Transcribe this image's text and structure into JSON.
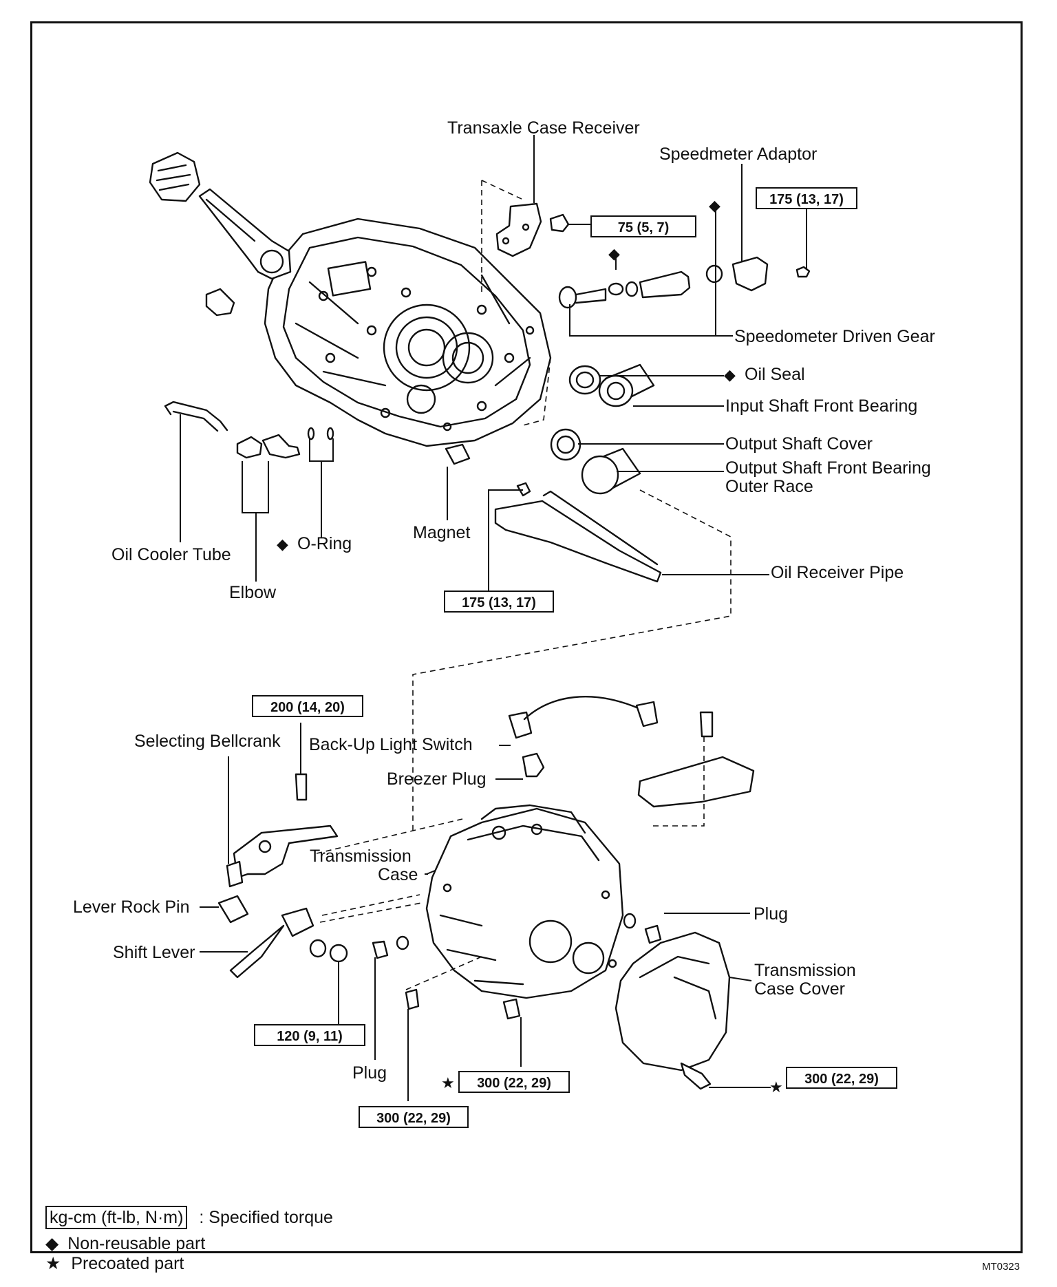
{
  "labels": {
    "transaxle_case_receiver": "Transaxle Case Receiver",
    "speedometer_adaptor": "Speedmeter Adaptor",
    "speedometer_driven_gear": "Speedometer Driven Gear",
    "oil_seal": "Oil Seal",
    "input_shaft_front_bearing": "Input Shaft Front Bearing",
    "output_shaft_cover": "Output Shaft Cover",
    "output_shaft_front_bearing_outer_race_1": "Output Shaft Front Bearing",
    "output_shaft_front_bearing_outer_race_2": "Outer Race",
    "oil_receiver_pipe": "Oil Receiver Pipe",
    "magnet": "Magnet",
    "o_ring": "O-Ring",
    "oil_cooler_tube": "Oil Cooler Tube",
    "elbow": "Elbow",
    "selecting_bellcrank": "Selecting Bellcrank",
    "back_up_light_switch": "Back-Up Light Switch",
    "breezer_plug": "Breezer Plug",
    "transmission_case_1": "Transmission",
    "transmission_case_2": "Case",
    "lever_rock_pin": "Lever Rock Pin",
    "shift_lever": "Shift Lever",
    "plug_right": "Plug",
    "transmission_case_cover_1": "Transmission",
    "transmission_case_cover_2": "Case Cover",
    "plug_bottom": "Plug"
  },
  "torques": {
    "receiver_bolt": "75 (5, 7)",
    "adaptor_bolt": "175 (13, 17)",
    "receiver_pipe_bolt": "175 (13, 17)",
    "bellcrank_bolt": "200 (14, 20)",
    "shift_lever_nut": "120 (9, 11)",
    "case_bolt_precoated": "300 (22, 29)",
    "case_bolt": "300 (22, 29)",
    "cover_bolt_precoated": "300 (22, 29)"
  },
  "symbols": {
    "non_reusable": "◆",
    "precoated": "★"
  },
  "legend": {
    "torque_unit": "kg-cm (ft-lb, N·m)",
    "torque_desc": ": Specified torque",
    "non_reusable": "Non-reusable part",
    "precoated": "Precoated part"
  },
  "figure_code": "MT0323"
}
